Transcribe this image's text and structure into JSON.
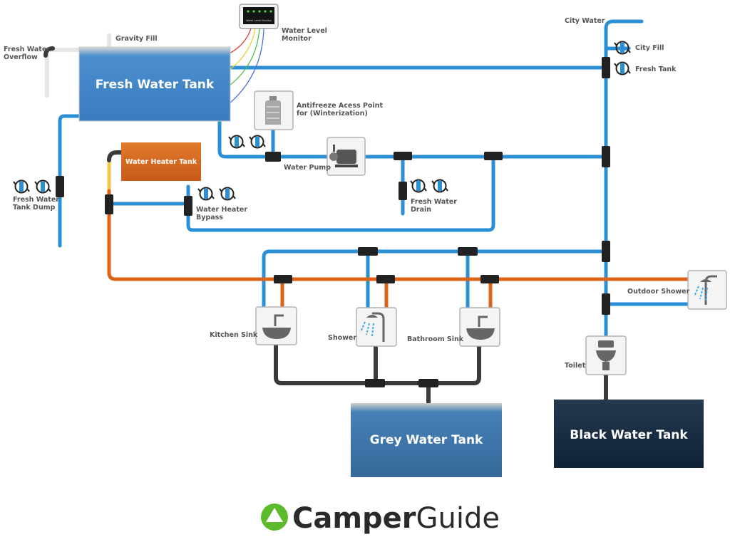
{
  "tanks": {
    "fresh": "Fresh Water Tank",
    "heater": "Water Heater Tank",
    "grey": "Grey Water Tank",
    "black": "Black Water Tank"
  },
  "labels": {
    "gravity_fill": "Gravity Fill",
    "overflow_1": "Fresh Water",
    "overflow_2": "Overflow",
    "monitor_1": "Water Level",
    "monitor_2": "Monitor",
    "monitor_device": "Water Level Monitor",
    "antifreeze_1": "Antifreeze Acess Point",
    "antifreeze_2": "for (Winterization)",
    "water_pump": "Water Pump",
    "dump_1": "Fresh Water",
    "dump_2": "Tank Dump",
    "bypass_1": "Water Heater",
    "bypass_2": "Bypass",
    "drain_1": "Fresh Water",
    "drain_2": "Drain",
    "city_water": "City Water",
    "city_fill": "City Fill",
    "fresh_tank": "Fresh Tank",
    "outdoor_shower": "Outdoor Shower",
    "kitchen_sink": "Kitchen Sink",
    "shower": "Shower",
    "bathroom_sink": "Bathroom Sink",
    "toilet": "Toilet"
  },
  "brand": {
    "part1": "Camper",
    "part2": "Guide",
    "color": "#5cbb2b"
  },
  "colors": {
    "cold_pipe": "#2b8fd6",
    "hot_pipe": "#dd6318",
    "drain_pipe": "#3a3a3a",
    "fresh_tank": "#3f82c4",
    "heater_tank": "#d2651c",
    "grey_tank": "#3d74a8",
    "black_tank": "#142a42"
  }
}
